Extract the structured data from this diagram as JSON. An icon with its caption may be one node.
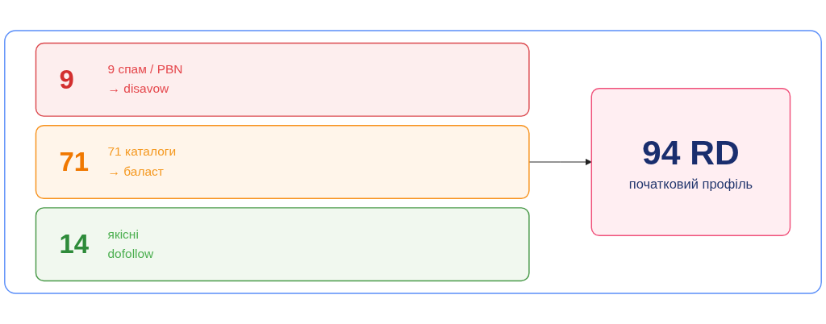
{
  "diagram": {
    "nodes": [
      {
        "text": [],
        "shape": "box"
      },
      {
        "text": [
          "9",
          "9 спам / PBN → disavow"
        ],
        "in": 0
      },
      {
        "text": [
          "71",
          "71 каталоги → баласт"
        ],
        "in": 0
      },
      {
        "text": [
          "14",
          "якісні dofollow"
        ],
        "in": 0
      },
      {
        "text": [
          "94 RD",
          "початковий профіль"
        ],
        "in": 0
      }
    ],
    "edges": [
      {
        "from": 2,
        "to": 4,
        "arrow": "to"
      }
    ]
  }
}
